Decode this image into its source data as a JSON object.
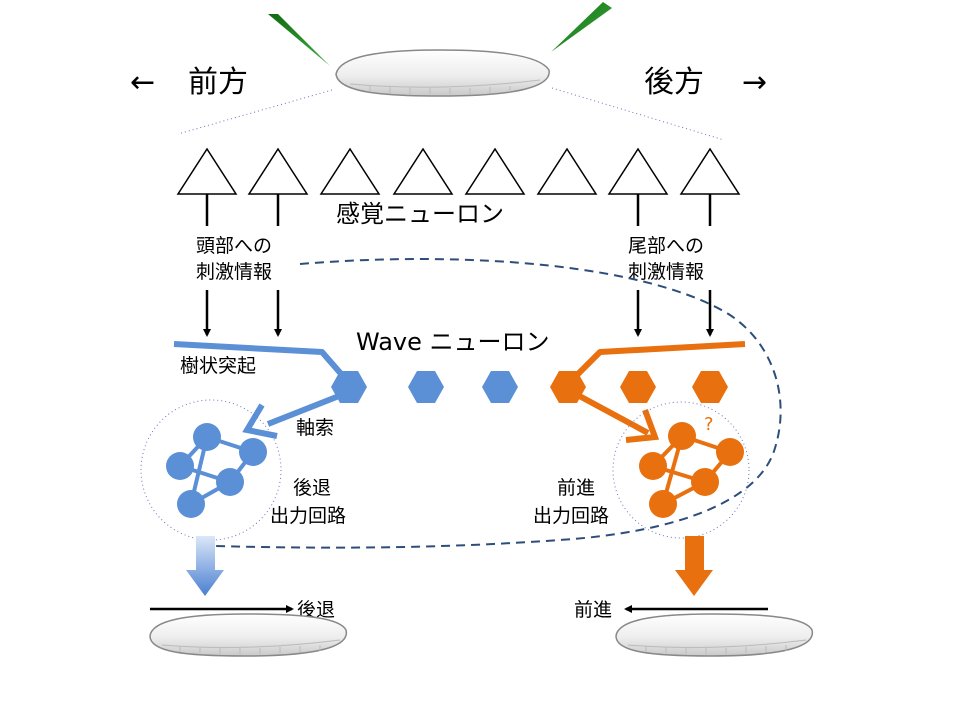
{
  "labels": {
    "front": "前方",
    "back": "後方",
    "front_arrow": "←",
    "back_arrow": "→",
    "sensory": "感覚ニューロン",
    "head_stim_1": "頭部への",
    "head_stim_2": "刺激情報",
    "tail_stim_1": "尾部への",
    "tail_stim_2": "刺激情報",
    "wave": "Wave ニューロン",
    "dendrite": "樹状突起",
    "axon": "軸索",
    "backward_circuit_1": "後退",
    "backward_circuit_2": "出力回路",
    "forward_circuit_1": "前進",
    "forward_circuit_2": "出力回路",
    "question": "?",
    "backward_move": "後退",
    "forward_move": "前進"
  },
  "colors": {
    "blue": "#5b8fd6",
    "orange": "#e8700f",
    "stimulus_green": "#1e8a1e",
    "dashed_line": "#2e4e7a"
  },
  "sensory_neuron_count": 8
}
